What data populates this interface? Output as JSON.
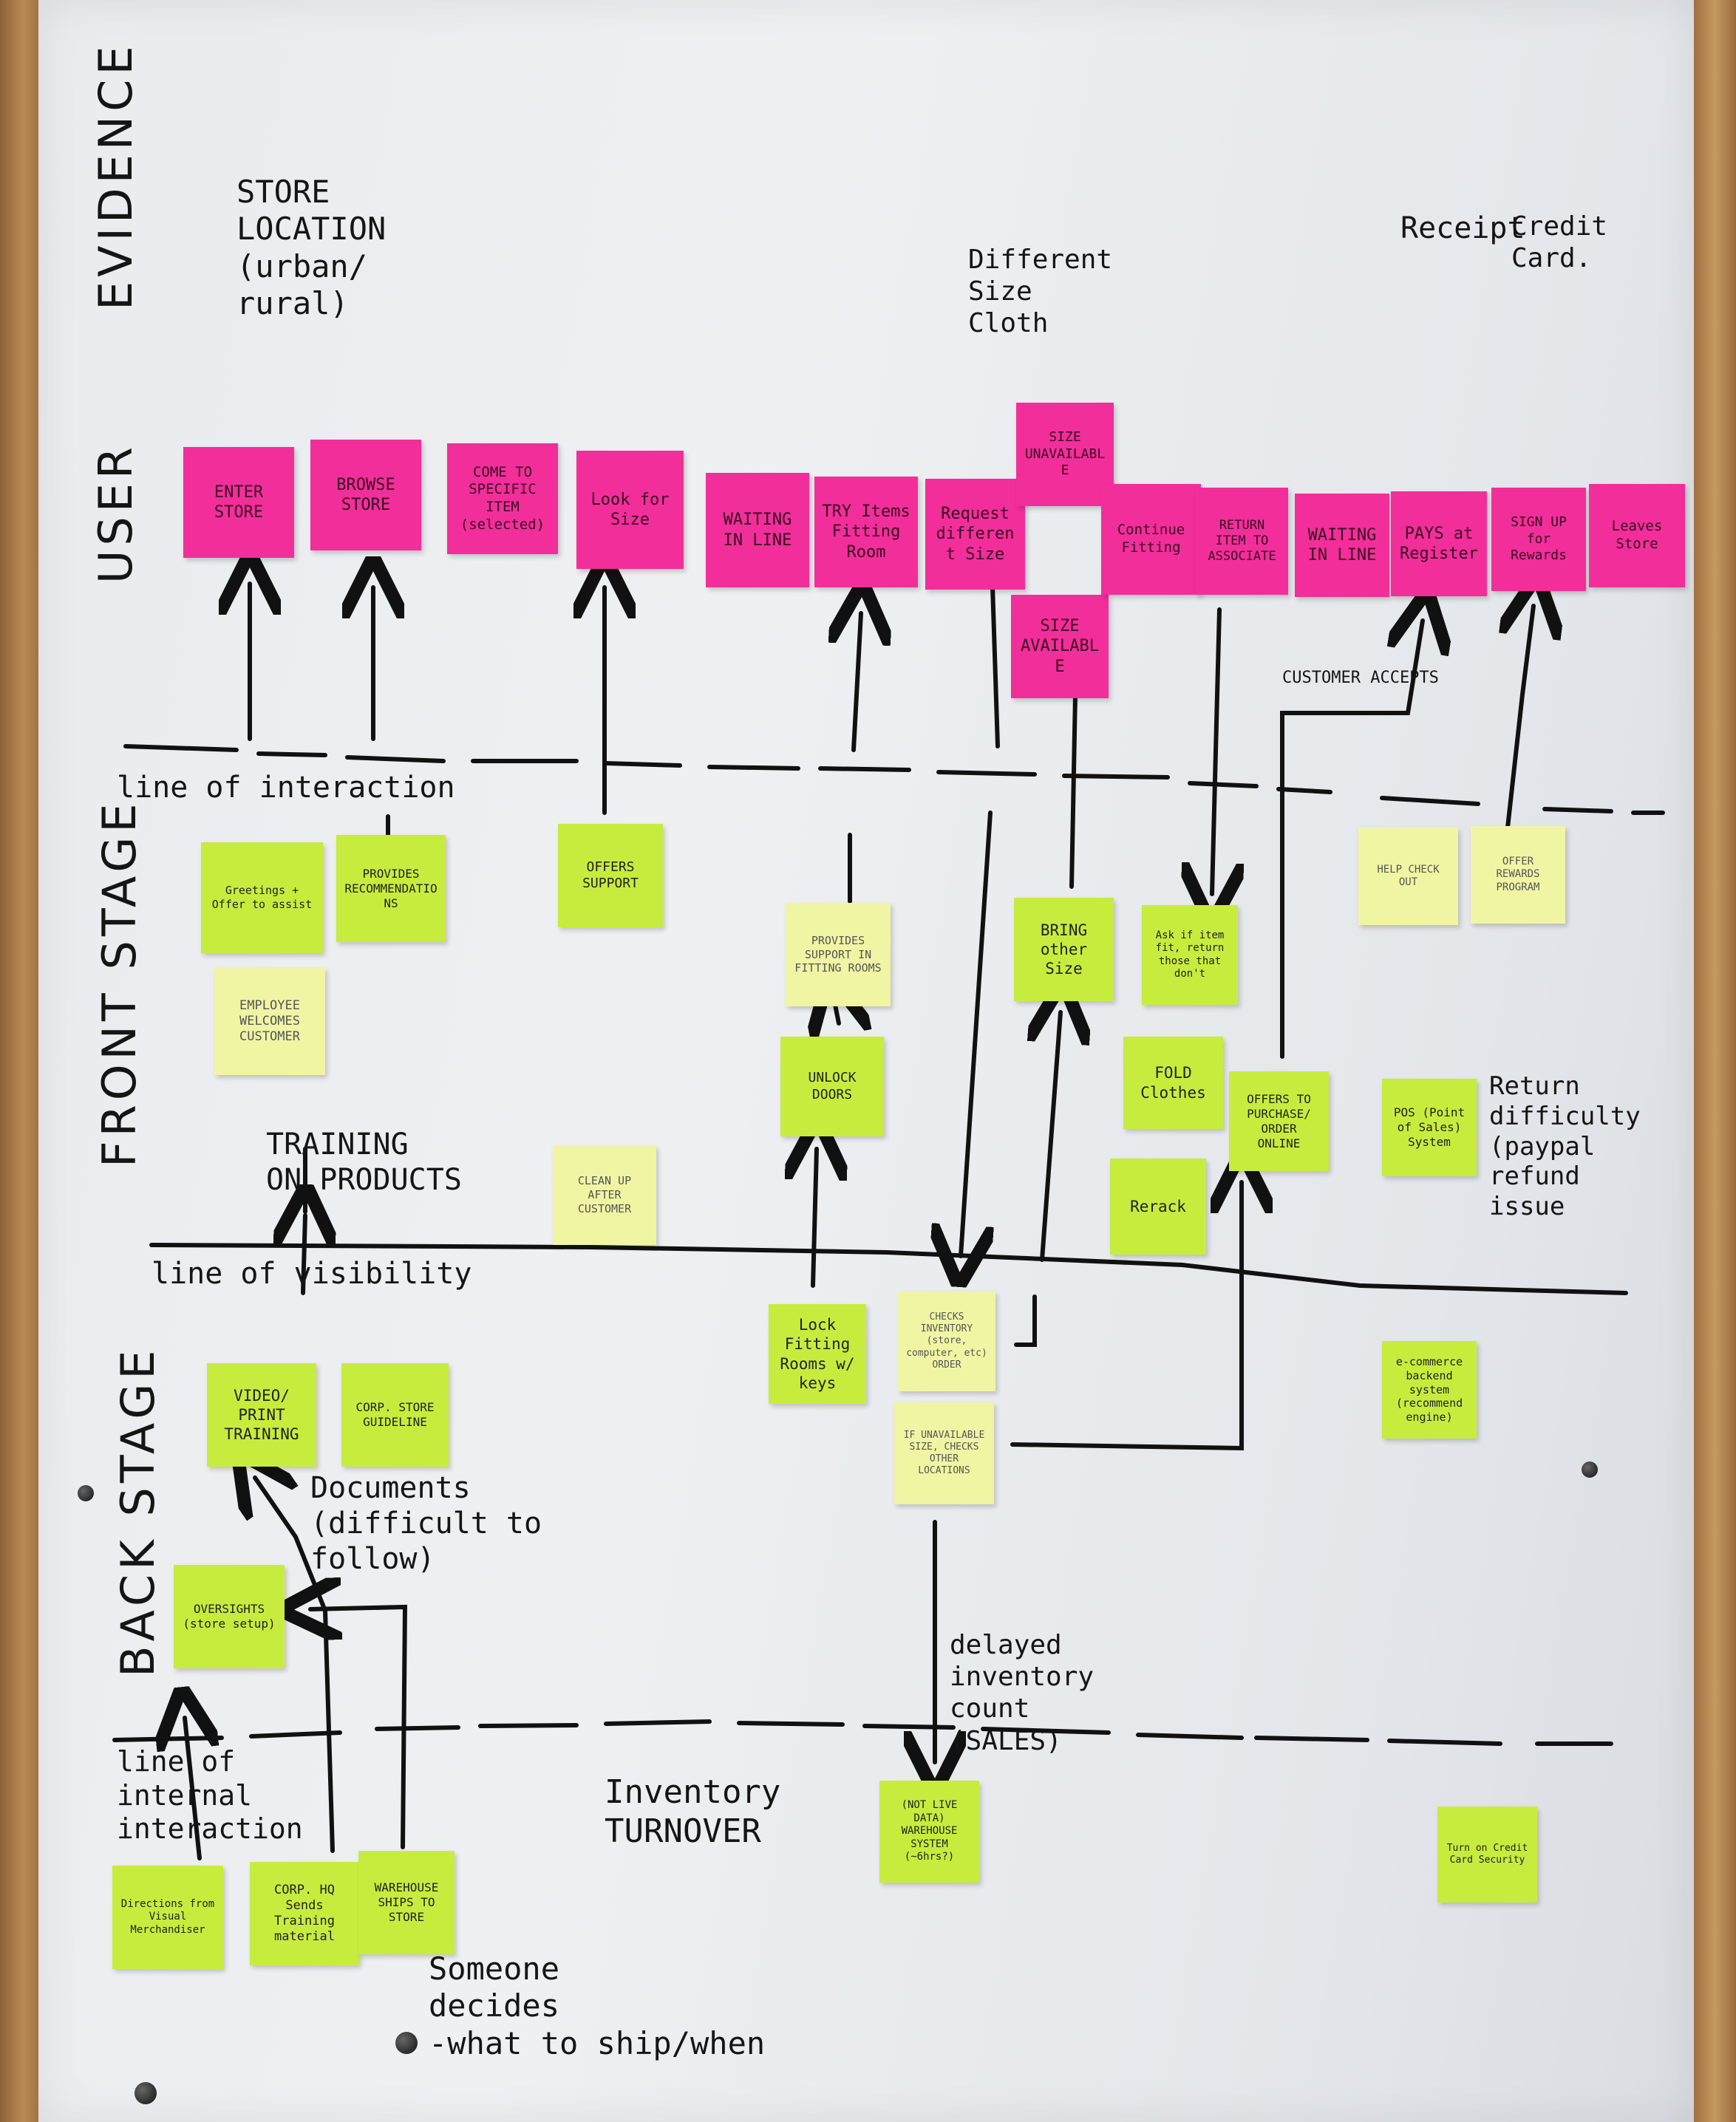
{
  "lanes": {
    "evidence": "EVIDENCE",
    "user": "USER",
    "front_stage": "FRONT STAGE",
    "back_stage": "BACK STAGE"
  },
  "lines": {
    "interaction": "line of interaction",
    "visibility": "line of visibility",
    "internal_interaction": "line of internal interaction"
  },
  "evidence": {
    "store_location": "STORE\nLOCATION\n(urban/\nrural)",
    "different_size": "Different\nSize\nCloth",
    "receipt": "Receipt",
    "credit_card": "Credit\nCard."
  },
  "user_notes": [
    "ENTER STORE",
    "BROWSE STORE",
    "COME TO SPECIFIC ITEM (selected)",
    "Look for Size",
    "WAITING IN LINE",
    "TRY Items Fitting Room",
    "Request different Size",
    "SIZE UNAVAILABLE",
    "SIZE AVAILABLE",
    "Continue Fitting",
    "RETURN ITEM TO ASSOCIATE",
    "WAITING IN LINE",
    "PAYS at Register",
    "SIGN UP for Rewards",
    "Leaves Store"
  ],
  "front_stage_notes": [
    "Greetings + Offer to assist",
    "PROVIDES RECOMMENDATIONS",
    "EMPLOYEE WELCOMES CUSTOMER",
    "OFFERS SUPPORT",
    "PROVIDES SUPPORT IN FITTING ROOMS",
    "UNLOCK DOORS",
    "CLEAN UP AFTER CUSTOMER",
    "BRING other Size",
    "Ask if item fit, return those that don't",
    "FOLD Clothes",
    "Rerack",
    "OFFERS TO PURCHASE/ ORDER ONLINE",
    "HELP CHECK OUT",
    "OFFER REWARDS PROGRAM",
    "POS (Point of Sales) System"
  ],
  "back_stage_notes": [
    "VIDEO/ PRINT TRAINING",
    "CORP. STORE GUIDELINE",
    "OVERSIGHTS (store setup)",
    "Lock Fitting Rooms w/ keys",
    "CHECKS INVENTORY (store, computer, etc) ORDER",
    "IF UNAVAILABLE SIZE, CHECKS OTHER LOCATIONS",
    "e-commerce backend system (recommend engine)"
  ],
  "internal_notes": [
    "Directions from Visual Merchandiser",
    "CORP. HQ Sends Training material",
    "WAREHOUSE SHIPS TO STORE",
    "(NOT LIVE DATA) WAREHOUSE SYSTEM (~6hrs?)",
    "Turn on Credit Card Security"
  ],
  "annotations": {
    "customer_accepts": "CUSTOMER ACCEPTS",
    "training": "TRAINING\nON PRODUCTS",
    "return_difficulty": "Return\ndifficulty\n(paypal\nrefund\nissue",
    "documents": "Documents\n(difficult to\nfollow)",
    "delayed_inventory": "delayed\ninventory\ncount\n(SALES)",
    "inventory_turnover": "Inventory\nTURNOVER",
    "someone_decides": "Someone\ndecides\n-what to ship/when"
  },
  "colors": {
    "pink": "#f22e9a",
    "green": "#c8ec3e",
    "pale": "#f0f5a4",
    "board": "#eceef1"
  }
}
